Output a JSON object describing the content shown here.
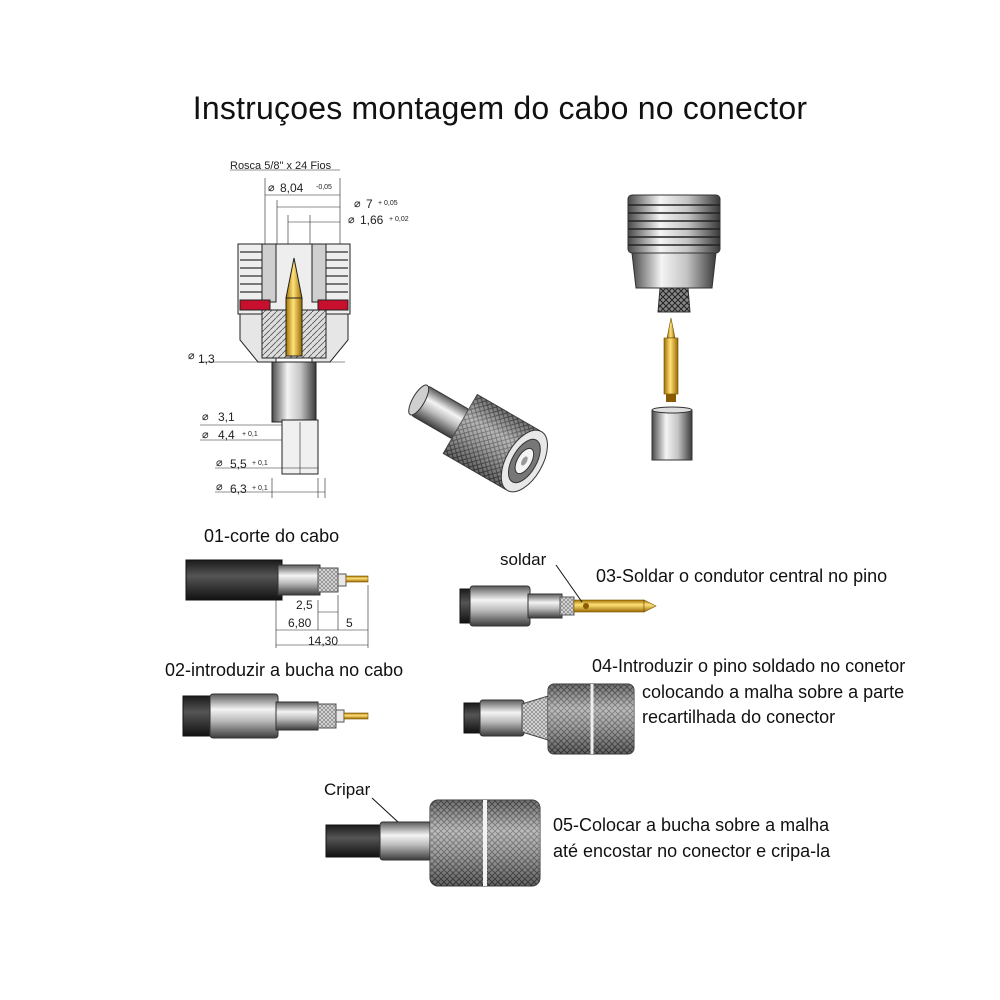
{
  "title": "Instruçoes montagem do cabo no conector",
  "drawing": {
    "thread": "Rosca 5/8\" x 24 Fios",
    "d_804": "8,04",
    "d_804_tol": "-0,05",
    "d_7": "7",
    "d_7_tol": "+ 0,05",
    "d_166": "1,66",
    "d_166_tol": "+ 0,02",
    "d_13": "1,3",
    "d_31": "3,1",
    "d_44": "4,4",
    "d_44_tol": "+ 0,1",
    "d_55": "5,5",
    "d_55_tol": "+ 0,1",
    "d_63": "6,3",
    "d_63_tol": "+ 0,1",
    "diameter_symbol": "⌀"
  },
  "steps": {
    "s01": "01-corte do cabo",
    "s02": "02-introduzir a bucha no cabo",
    "s03": "03-Soldar o condutor central no pino",
    "s04_l1": "04-Introduzir o pino soldado no conetor",
    "s04_l2": "colocando a malha sobre a parte",
    "s04_l3": "recartilhada do conector",
    "s05_l1": "05-Colocar a bucha sobre a malha",
    "s05_l2": "até encostar no conector e cripa-la"
  },
  "cut_dims": {
    "a": "2,5",
    "b": "6,80",
    "c": "5",
    "total": "14,30"
  },
  "labels": {
    "solder": "soldar",
    "crimp": "Cripar"
  }
}
